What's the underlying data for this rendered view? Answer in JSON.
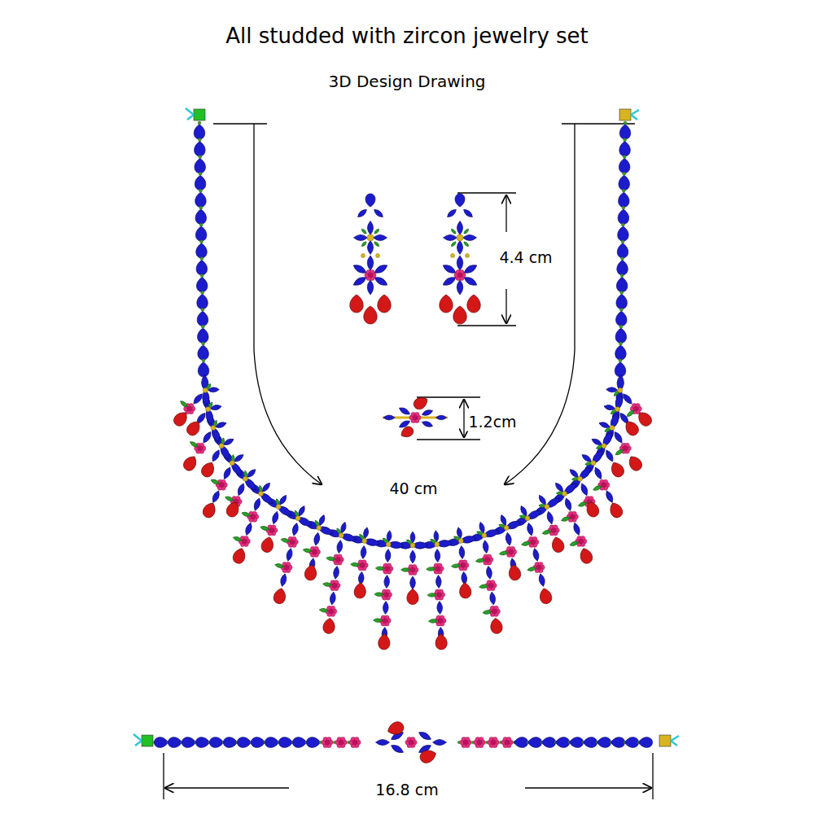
{
  "diagram": {
    "title": "All studded with zircon jewelry set",
    "labels": [
      "3D Design Drawing",
      "4.4 cm",
      "1.2cm",
      "40 cm",
      "16.8 cm"
    ]
  }
}
